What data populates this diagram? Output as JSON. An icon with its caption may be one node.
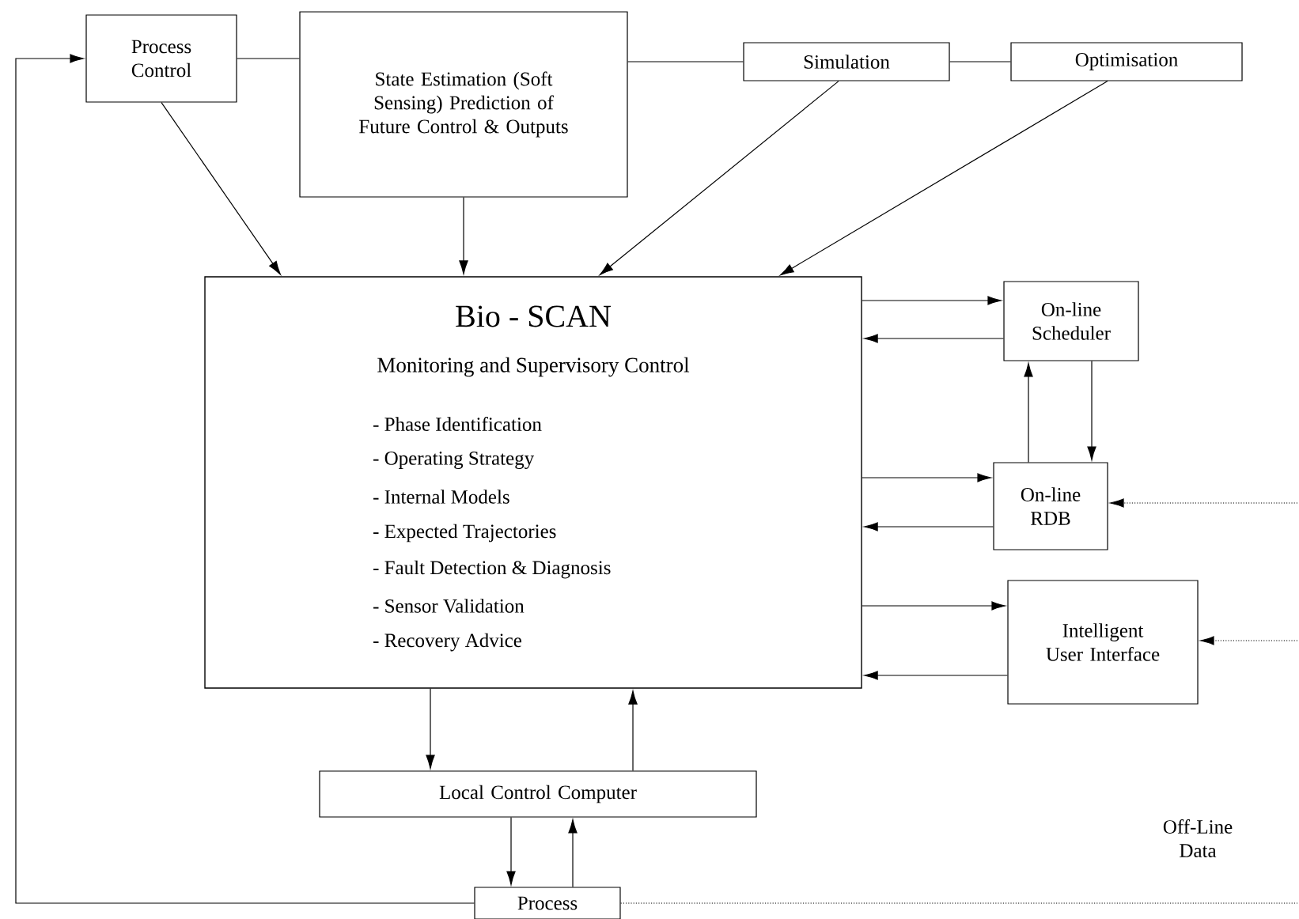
{
  "diagram": {
    "nodes": [
      {
        "text": [
          "Process Control"
        ]
      },
      {
        "text": [
          "State Estimation (Soft Sensing) Prediction of Future Control & Outputs"
        ]
      },
      {
        "text": [
          "Simulation"
        ]
      },
      {
        "text": [
          "Optimisation"
        ]
      },
      {
        "text": [
          "Bio - SCAN",
          "Monitoring and Supervisory Control",
          "- Phase Identification",
          "- Operating Strategy",
          "- Internal Models",
          "- Expected Trajectories",
          "- Fault Detection & Diagnosis",
          "- Sensor Validation",
          "- Recovery Advice"
        ]
      },
      {
        "text": [
          "On-line Scheduler"
        ]
      },
      {
        "text": [
          "On-line RDB"
        ]
      },
      {
        "text": [
          "Intelligent User Interface"
        ]
      },
      {
        "text": [
          "Local Control Computer"
        ]
      },
      {
        "text": [
          "Process"
        ]
      }
    ],
    "edges": [
      {
        "from": 9,
        "to": 0,
        "arrow": "to"
      },
      {
        "from": 0,
        "to": 1,
        "arrow": "none"
      },
      {
        "from": 1,
        "to": 2,
        "arrow": "none"
      },
      {
        "from": 2,
        "to": 3,
        "arrow": "none"
      },
      {
        "from": 0,
        "to": 4,
        "arrow": "to"
      },
      {
        "from": 1,
        "to": 4,
        "arrow": "to"
      },
      {
        "from": 2,
        "to": 4,
        "arrow": "to"
      },
      {
        "from": 3,
        "to": 4,
        "arrow": "to"
      },
      {
        "from": 4,
        "to": 5,
        "arrow": "to"
      },
      {
        "from": 5,
        "to": 4,
        "arrow": "to"
      },
      {
        "from": 6,
        "to": 5,
        "arrow": "to"
      },
      {
        "from": 5,
        "to": 6,
        "arrow": "to"
      },
      {
        "from": 4,
        "to": 6,
        "arrow": "to"
      },
      {
        "from": 6,
        "to": 4,
        "arrow": "to"
      },
      {
        "from": 4,
        "to": 7,
        "arrow": "to"
      },
      {
        "from": 7,
        "to": 4,
        "arrow": "to"
      },
      {
        "from": 4,
        "to": 8,
        "arrow": "to"
      },
      {
        "from": 8,
        "to": 4,
        "arrow": "to"
      },
      {
        "from": 8,
        "to": 9,
        "arrow": "to"
      },
      {
        "from": 9,
        "to": 8,
        "arrow": "to"
      },
      {
        "from": null,
        "to": 6,
        "arrow": "to",
        "style": "dashed"
      },
      {
        "from": null,
        "to": 7,
        "arrow": "to",
        "style": "dashed"
      },
      {
        "from": 9,
        "to": null,
        "arrow": "none",
        "style": "dashed"
      }
    ],
    "labels": [
      "Off-Line Data"
    ]
  }
}
